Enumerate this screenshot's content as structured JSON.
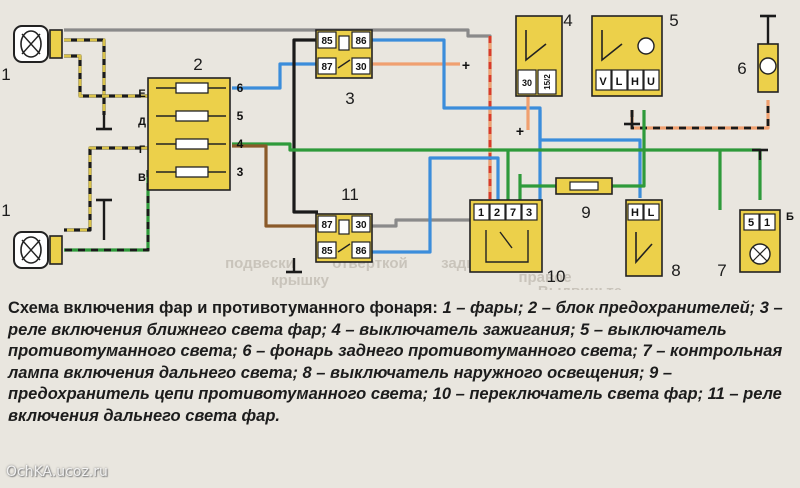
{
  "colors": {
    "background": "#e9e6df",
    "component_fill": "#ecd04a",
    "wire_black": "#1a1a1a",
    "wire_gray": "#8a8a8a",
    "wire_blue": "#3b8ddb",
    "wire_orange": "#f0a070",
    "wire_green": "#2e9a3a",
    "wire_brown": "#8a5a2a",
    "wire_red": "#d93a2a"
  },
  "components": {
    "headlamp_top": {
      "number": "1"
    },
    "headlamp_bottom": {
      "number": "1"
    },
    "fuse_block": {
      "number": "2",
      "pins_right": [
        "6",
        "5",
        "4",
        "3"
      ],
      "pins_left": [
        "Е",
        "Д",
        "Г",
        "В"
      ]
    },
    "low_beam_relay": {
      "number": "3",
      "pins": [
        "85",
        "86",
        "87",
        "30"
      ]
    },
    "ignition_switch": {
      "number": "4",
      "pins": [
        "30",
        "15/2"
      ]
    },
    "fog_switch": {
      "number": "5",
      "pins": [
        "V",
        "L",
        "H",
        "U"
      ]
    },
    "rear_fog_lamp": {
      "number": "6"
    },
    "indicator_lamp": {
      "number": "7",
      "pins": [
        "5",
        "1"
      ],
      "side_label": "Б"
    },
    "light_switch": {
      "number": "8",
      "pins": [
        "H",
        "L"
      ]
    },
    "fog_fuse": {
      "number": "9"
    },
    "headlamp_switch": {
      "number": "10",
      "pins": [
        "1",
        "2",
        "7",
        "3"
      ]
    },
    "high_beam_relay": {
      "number": "11",
      "pins": [
        "87",
        "30",
        "85",
        "86"
      ]
    }
  },
  "markers": {
    "plus": "+"
  },
  "background_texts": [
    "подвески",
    "отверткой",
    "заднего",
    "Выдвиньте",
    "правое",
    "крышку"
  ],
  "caption": {
    "title": "Схема включения фар и противотуманного фонаря:",
    "body": " 1 – фары; 2 – блок предохранителей; 3 – реле включения ближнего света фар; 4 – выключатель зажигания; 5 – выключатель противотуманного света; 6 – фонарь заднего противотуманного света; 7 – контрольная лампа включения дальнего света; 8 – выключатель наружного освещения; 9 – предохранитель цепи противотуманного света; 10 – переключатель света фар; 11 – реле включения дальнего света фар."
  },
  "watermark": "OchKA.ucoz.ru"
}
